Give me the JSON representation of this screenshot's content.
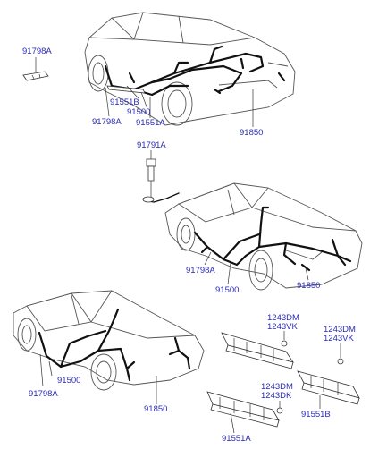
{
  "labels": {
    "p91798A_top": "91798A",
    "p91798A_car1": "91798A",
    "p91551B_car1": "91551B",
    "p91500_car1": "91500",
    "p91551A_car1": "91551A",
    "p91850_car1": "91850",
    "p91791A": "91791A",
    "p91798A_car2": "91798A",
    "p91500_car2": "91500",
    "p91850_car2": "91850",
    "p91500_car3": "91500",
    "p91798A_car3": "91798A",
    "p91850_car3": "91850",
    "p1243DM_a": "1243DM",
    "p1243VK_a": "1243VK",
    "p1243DM_b": "1243DM",
    "p1243VK_b": "1243VK",
    "p1243DM_c": "1243DM",
    "p1243DK_c": "1243DK",
    "p91551B_bot": "91551B",
    "p91551A_bot": "91551A"
  },
  "colors": {
    "label": "#2b2bb8",
    "line": "#333333",
    "wire": "#111111"
  }
}
